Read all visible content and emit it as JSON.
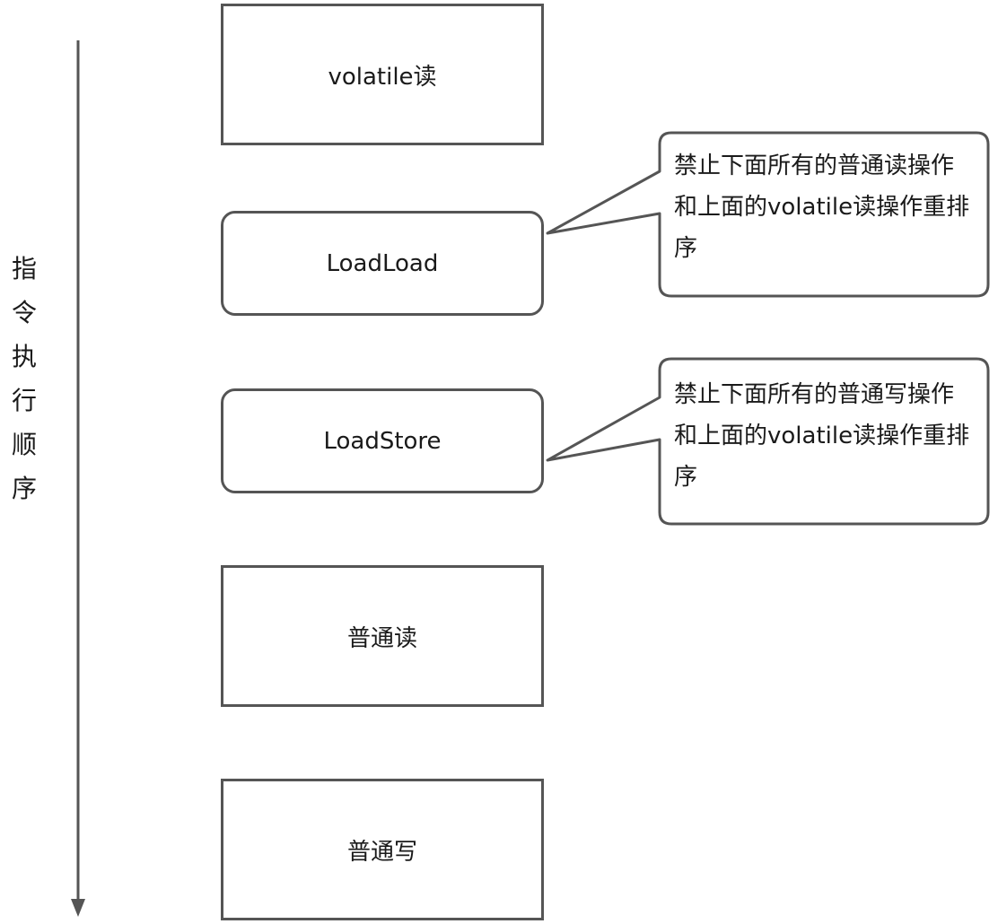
{
  "axis": {
    "label_chars": [
      "指",
      "令",
      "执",
      "行",
      "顺",
      "序"
    ]
  },
  "boxes": {
    "volatile_read": "volatile读",
    "loadload": "LoadLoad",
    "loadstore": "LoadStore",
    "normal_read": "普通读",
    "normal_write": "普通写"
  },
  "callouts": {
    "loadload": {
      "lines": [
        "禁止下面所有的普通读操作",
        "和上面的volatile读操作重排",
        "序"
      ]
    },
    "loadstore": {
      "lines": [
        "禁止下面所有的普通写操作",
        "和上面的volatile读操作重排",
        "序"
      ]
    }
  },
  "colors": {
    "stroke": "#555555",
    "text": "#1a1a1a",
    "background": "#ffffff"
  }
}
